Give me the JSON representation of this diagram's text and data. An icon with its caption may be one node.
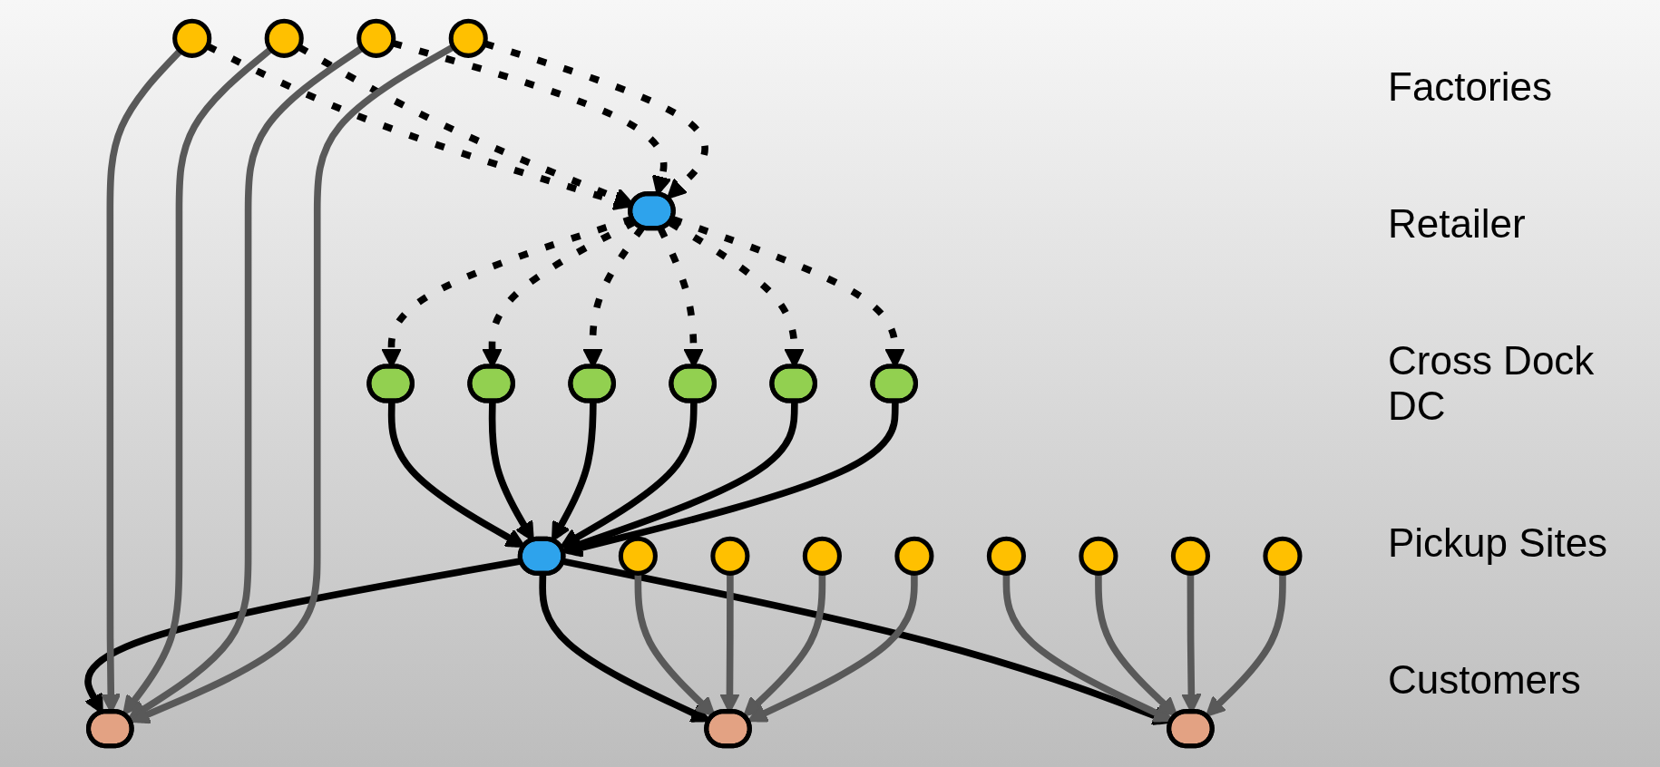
{
  "diagram": {
    "nodes": [
      {
        "text": [],
        "shape": "ellipse"
      },
      {
        "text": [],
        "shape": "ellipse"
      },
      {
        "text": [],
        "shape": "ellipse"
      },
      {
        "text": [],
        "shape": "ellipse"
      },
      {
        "text": [],
        "shape": "ellipse"
      },
      {
        "text": [],
        "shape": "ellipse"
      },
      {
        "text": [],
        "shape": "ellipse"
      },
      {
        "text": [],
        "shape": "ellipse"
      },
      {
        "text": [],
        "shape": "ellipse"
      },
      {
        "text": [],
        "shape": "ellipse"
      },
      {
        "text": [],
        "shape": "ellipse"
      },
      {
        "text": [],
        "shape": "circle"
      },
      {
        "text": [],
        "shape": "circle"
      },
      {
        "text": [],
        "shape": "circle"
      },
      {
        "text": [],
        "shape": "circle"
      },
      {
        "text": [],
        "shape": "circle"
      },
      {
        "text": [],
        "shape": "circle"
      },
      {
        "text": [],
        "shape": "circle"
      },
      {
        "text": [],
        "shape": "circle"
      },
      {
        "text": [],
        "shape": "circle"
      },
      {
        "text": [],
        "shape": "circle"
      },
      {
        "text": [],
        "shape": "circle"
      },
      {
        "text": [],
        "shape": "circle"
      }
    ],
    "edges": [
      {
        "from": 0,
        "to": 7,
        "arrow": "to"
      },
      {
        "from": 1,
        "to": 7,
        "arrow": "to"
      },
      {
        "from": 2,
        "to": 7,
        "arrow": "to"
      },
      {
        "from": 3,
        "to": 7,
        "arrow": "to"
      },
      {
        "from": 4,
        "to": 7,
        "arrow": "to"
      },
      {
        "from": 5,
        "to": 7,
        "arrow": "to"
      },
      {
        "from": 6,
        "to": 0,
        "arrow": "to",
        "style": "dashed"
      },
      {
        "from": 6,
        "to": 1,
        "arrow": "to",
        "style": "dashed"
      },
      {
        "from": 6,
        "to": 2,
        "arrow": "to",
        "style": "dashed"
      },
      {
        "from": 6,
        "to": 3,
        "arrow": "to",
        "style": "dashed"
      },
      {
        "from": 6,
        "to": 4,
        "arrow": "to",
        "style": "dashed"
      },
      {
        "from": 6,
        "to": 5,
        "arrow": "to",
        "style": "dashed"
      },
      {
        "from": 7,
        "to": 8,
        "arrow": "to"
      },
      {
        "from": 7,
        "to": 9,
        "arrow": "to"
      },
      {
        "from": 7,
        "to": 10,
        "arrow": "to"
      },
      {
        "from": 11,
        "to": 6,
        "arrow": "to",
        "style": "dashed"
      },
      {
        "from": 12,
        "to": 6,
        "arrow": "to",
        "style": "dashed"
      },
      {
        "from": 13,
        "to": 6,
        "arrow": "to",
        "style": "dashed"
      },
      {
        "from": 14,
        "to": 6,
        "arrow": "to",
        "style": "dashed"
      },
      {
        "from": 11,
        "to": 8,
        "arrow": "to",
        "color": "#595959"
      },
      {
        "from": 12,
        "to": 8,
        "arrow": "to",
        "color": "#595959"
      },
      {
        "from": 13,
        "to": 8,
        "arrow": "to",
        "color": "#595959"
      },
      {
        "from": 14,
        "to": 8,
        "arrow": "to",
        "color": "#595959"
      },
      {
        "from": 15,
        "to": 9,
        "arrow": "to",
        "color": "#595959"
      },
      {
        "from": 16,
        "to": 9,
        "arrow": "to",
        "color": "#595959"
      },
      {
        "from": 17,
        "to": 9,
        "arrow": "to",
        "color": "#595959"
      },
      {
        "from": 18,
        "to": 9,
        "arrow": "to",
        "color": "#595959"
      },
      {
        "from": 19,
        "to": 10,
        "arrow": "to",
        "color": "#595959"
      },
      {
        "from": 20,
        "to": 10,
        "arrow": "to",
        "color": "#595959"
      },
      {
        "from": 21,
        "to": 10,
        "arrow": "to",
        "color": "#595959"
      },
      {
        "from": 22,
        "to": 10,
        "arrow": "to",
        "color": "#595959"
      }
    ],
    "labels": [
      "Factories",
      "Retailer",
      "Cross Dock DC",
      "Pickup Sites",
      "Customers"
    ]
  }
}
